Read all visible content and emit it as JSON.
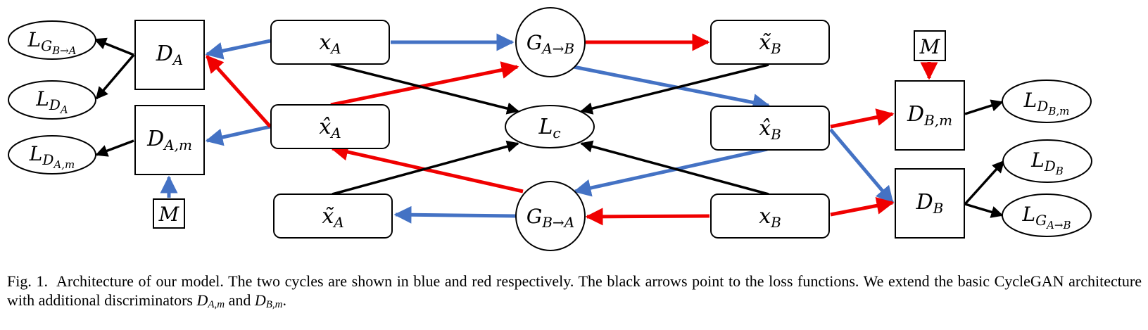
{
  "colors": {
    "blue_cycle": "#4472C4",
    "red_cycle": "#F00000",
    "loss_arrow": "#000000"
  },
  "nodes": {
    "loss_g_ba": {
      "main": "L",
      "sub": "G",
      "subsub": "B→A"
    },
    "loss_d_a": {
      "main": "L",
      "sub": "D",
      "subsub": "A"
    },
    "loss_d_am": {
      "main": "L",
      "sub": "D",
      "subsub": "A,m"
    },
    "disc_a": {
      "main": "D",
      "sub": "A"
    },
    "disc_am": {
      "main": "D",
      "sub": "A,m"
    },
    "mask_left": {
      "main": "M"
    },
    "x_a": {
      "main": "x",
      "sub": "A"
    },
    "x_a_hat": {
      "main": "x̂",
      "sub": "A"
    },
    "x_a_tilde": {
      "main": "x̃",
      "sub": "A"
    },
    "gen_ab": {
      "main": "G",
      "sub": "A→B"
    },
    "loss_c": {
      "main": "L",
      "sub": "c"
    },
    "gen_ba": {
      "main": "G",
      "sub": "B→A"
    },
    "x_b_tilde": {
      "main": "x̃",
      "sub": "B"
    },
    "x_b_hat": {
      "main": "x̂",
      "sub": "B"
    },
    "x_b": {
      "main": "x",
      "sub": "B"
    },
    "mask_right": {
      "main": "M"
    },
    "disc_bm": {
      "main": "D",
      "sub": "B,m"
    },
    "disc_b": {
      "main": "D",
      "sub": "B"
    },
    "loss_d_bm": {
      "main": "L",
      "sub": "D",
      "subsub": "B,m"
    },
    "loss_d_b": {
      "main": "L",
      "sub": "D",
      "subsub": "B"
    },
    "loss_g_ab": {
      "main": "L",
      "sub": "G",
      "subsub": "A→B"
    }
  },
  "caption": {
    "label": "Fig. 1.",
    "text": "Architecture of our model. The two cycles are shown in blue and red respectively. The black arrows point to the loss functions. We extend the basic CycleGAN architecture with additional discriminators",
    "math1_main": "D",
    "math1_sub": "A,m",
    "conj": "and",
    "math2_main": "D",
    "math2_sub": "B,m",
    "end": "."
  }
}
